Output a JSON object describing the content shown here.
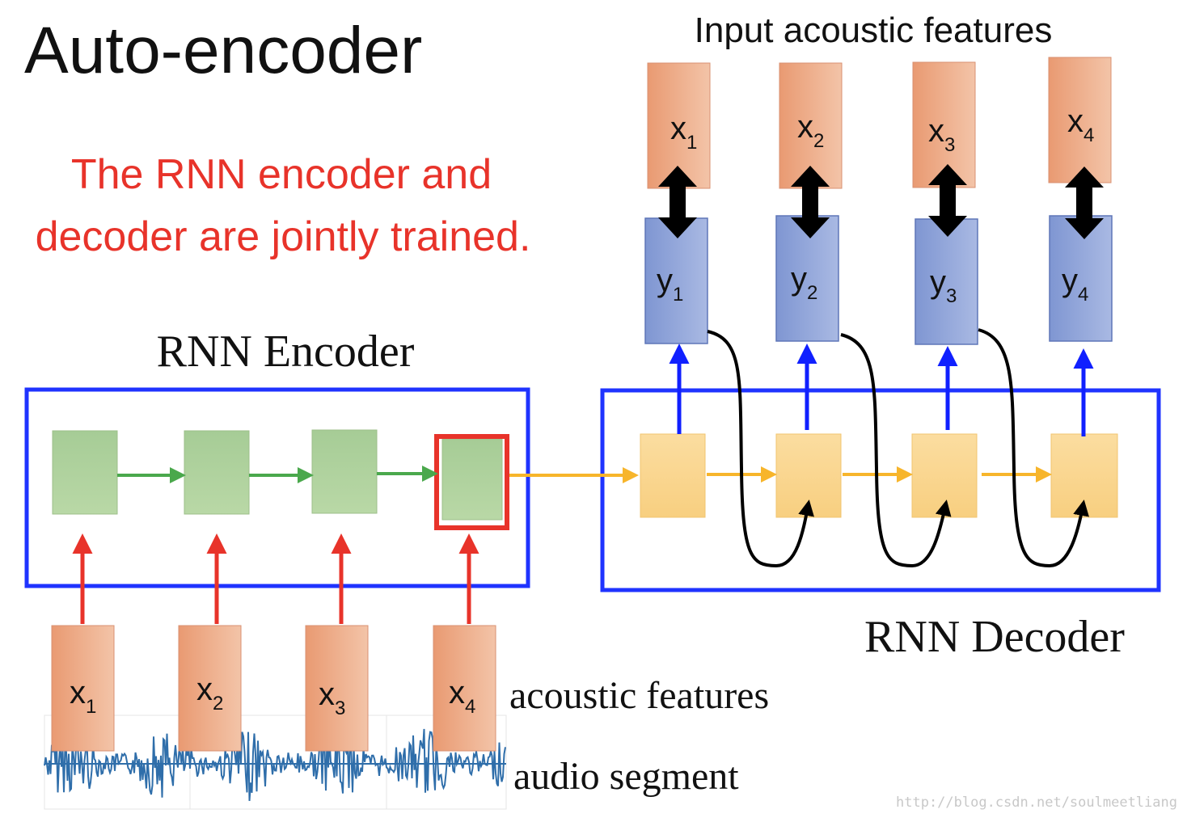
{
  "title": "Auto-encoder",
  "note": {
    "line1": "The RNN encoder and",
    "line2": "decoder are jointly trained.",
    "color": "#e8332a"
  },
  "labels": {
    "input_features": "Input acoustic features",
    "encoder": "RNN Encoder",
    "decoder": "RNN Decoder",
    "acoustic_features": "acoustic features",
    "audio_segment": "audio segment",
    "watermark": "http://blog.csdn.net/soulmeetliang"
  },
  "bottom_features": [
    {
      "base": "x",
      "sub": "1"
    },
    {
      "base": "x",
      "sub": "2"
    },
    {
      "base": "x",
      "sub": "3"
    },
    {
      "base": "x",
      "sub": "4"
    }
  ],
  "top_features": [
    {
      "base": "x",
      "sub": "1"
    },
    {
      "base": "x",
      "sub": "2"
    },
    {
      "base": "x",
      "sub": "3"
    },
    {
      "base": "x",
      "sub": "4"
    }
  ],
  "outputs": [
    {
      "base": "y",
      "sub": "1"
    },
    {
      "base": "y",
      "sub": "2"
    },
    {
      "base": "y",
      "sub": "3"
    },
    {
      "base": "y",
      "sub": "4"
    }
  ],
  "colors": {
    "frame_blue": "#1f33ff",
    "encoder_green": "#a7cf95",
    "decoder_yellow": "#fad890",
    "feature_orange": "#efaa86",
    "output_blue": "#8ea3d8",
    "highlight_red": "#e8332a",
    "arrow_green": "#4aa84c",
    "arrow_orange": "#f7b52b",
    "arrow_blue": "#1020ff",
    "waveform": "#2f6eaa"
  }
}
